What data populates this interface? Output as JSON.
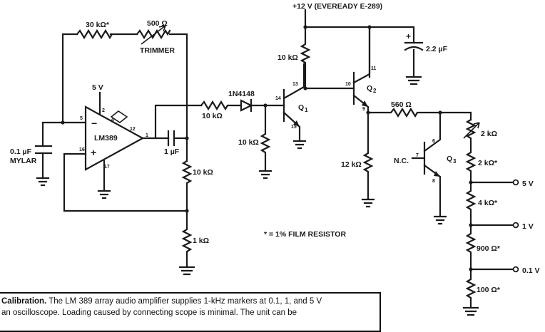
{
  "supply": {
    "label": "+12 V (EVEREADY E-289)"
  },
  "ic": {
    "name": "LM389",
    "pins": {
      "p2": "2",
      "p4": "4",
      "p5": "5",
      "p12": "12",
      "p1": "1",
      "p16": "16",
      "p17": "17"
    },
    "minus": "−",
    "plus": "+"
  },
  "labels": {
    "r_fb1": "30 kΩ*",
    "r_trim": "500 Ω",
    "trimmer": "TRIMMER",
    "v5": "5 V",
    "c_mylar_value": "0.1 µF",
    "c_mylar_type": "MYLAR",
    "c_out": "1 µF",
    "r_10k_out": "10 kΩ",
    "r_1k": "1 kΩ",
    "r_series": "10 kΩ",
    "diode": "1N4148",
    "r_base": "10 kΩ",
    "r_collector": "10 kΩ",
    "c_supply": "2.2 µF",
    "r_560": "560 Ω",
    "r_12k": "12 kΩ",
    "nc": "N.C.",
    "r_pot_2k": "2 kΩ",
    "r_2k": "2 kΩ*",
    "r_4k": "4 kΩ*",
    "r_900": "900 Ω*",
    "r_100": "100 Ω*",
    "note": "* = 1% FILM RESISTOR"
  },
  "transistors": {
    "q1": "Q",
    "q1_sub": "1",
    "q2": "Q",
    "q2_sub": "2",
    "q3": "Q",
    "q3_sub": "3"
  },
  "pins": {
    "p13": "13",
    "p14": "14",
    "p15": "15",
    "p10": "10",
    "p11": "11",
    "p9": "9",
    "p6": "6",
    "p7": "7",
    "p8": "8"
  },
  "outputs": {
    "o5": "5 V",
    "o1": "1 V",
    "o01": "0.1 V"
  },
  "caption": {
    "title": "Calibration.",
    "line1": "The LM 389 array audio amplifier supplies 1-kHz markers at 0.1, 1, and 5 V",
    "line2": "an oscilloscope. Loading caused by connecting scope is minimal. The unit can be"
  }
}
